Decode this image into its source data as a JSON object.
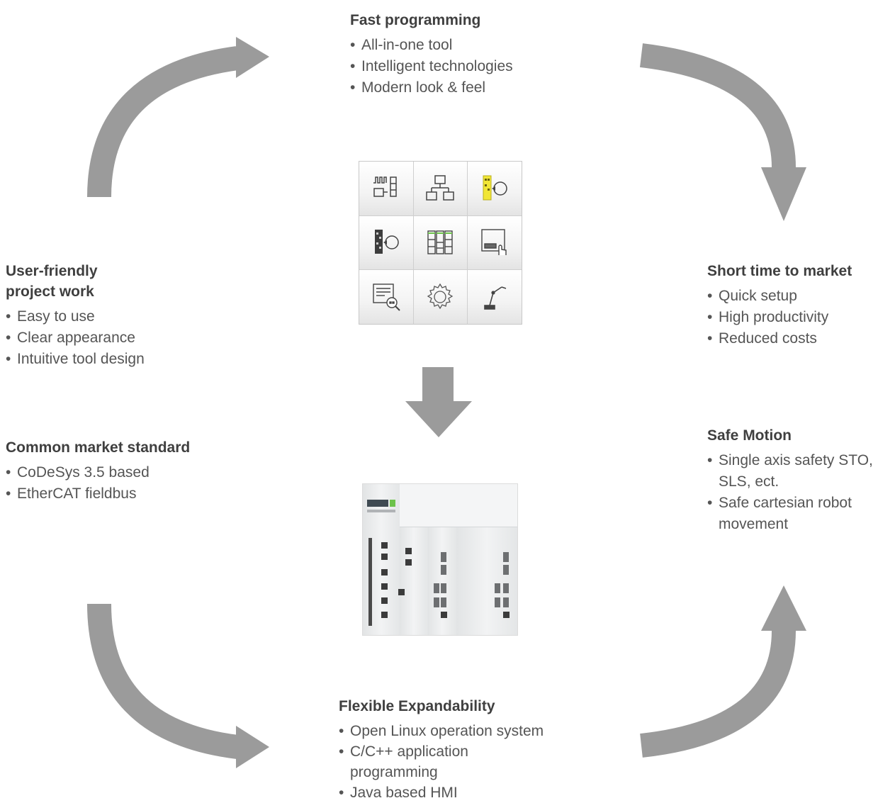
{
  "colors": {
    "arrow": "#9b9b9b",
    "accent_yellow": "#f1e636",
    "accent_green": "#6cc24a"
  },
  "top": {
    "heading": "Fast programming",
    "items": [
      "All-in-one tool",
      "Intelligent technologies",
      "Modern look & feel"
    ]
  },
  "right_upper": {
    "heading": "Short time to market",
    "items": [
      "Quick setup",
      "High productivity",
      "Reduced costs"
    ]
  },
  "right_lower": {
    "heading": "Safe Motion",
    "items": [
      "Single axis safety STO, SLS, ect.",
      "Safe cartesian robot movement"
    ]
  },
  "bottom": {
    "heading": "Flexible Expandability",
    "items": [
      "Open Linux operation system",
      "C/C++ application programming",
      "Java based HMI"
    ]
  },
  "left_upper": {
    "heading_line1": "User-friendly",
    "heading_line2": "project work",
    "items": [
      "Easy to use",
      "Clear appearance",
      "Intuitive tool design"
    ]
  },
  "left_lower": {
    "heading": "Common market standard",
    "items": [
      "CoDeSys 3.5 based",
      "EtherCAT fieldbus"
    ]
  },
  "icons": [
    "pulse-io-module-icon",
    "network-topology-icon",
    "yellow-module-cycle-icon",
    "module-cycle-icon",
    "storage-library-icon",
    "touch-panel-icon",
    "document-search-icon",
    "gear-icon",
    "robot-arm-icon"
  ]
}
